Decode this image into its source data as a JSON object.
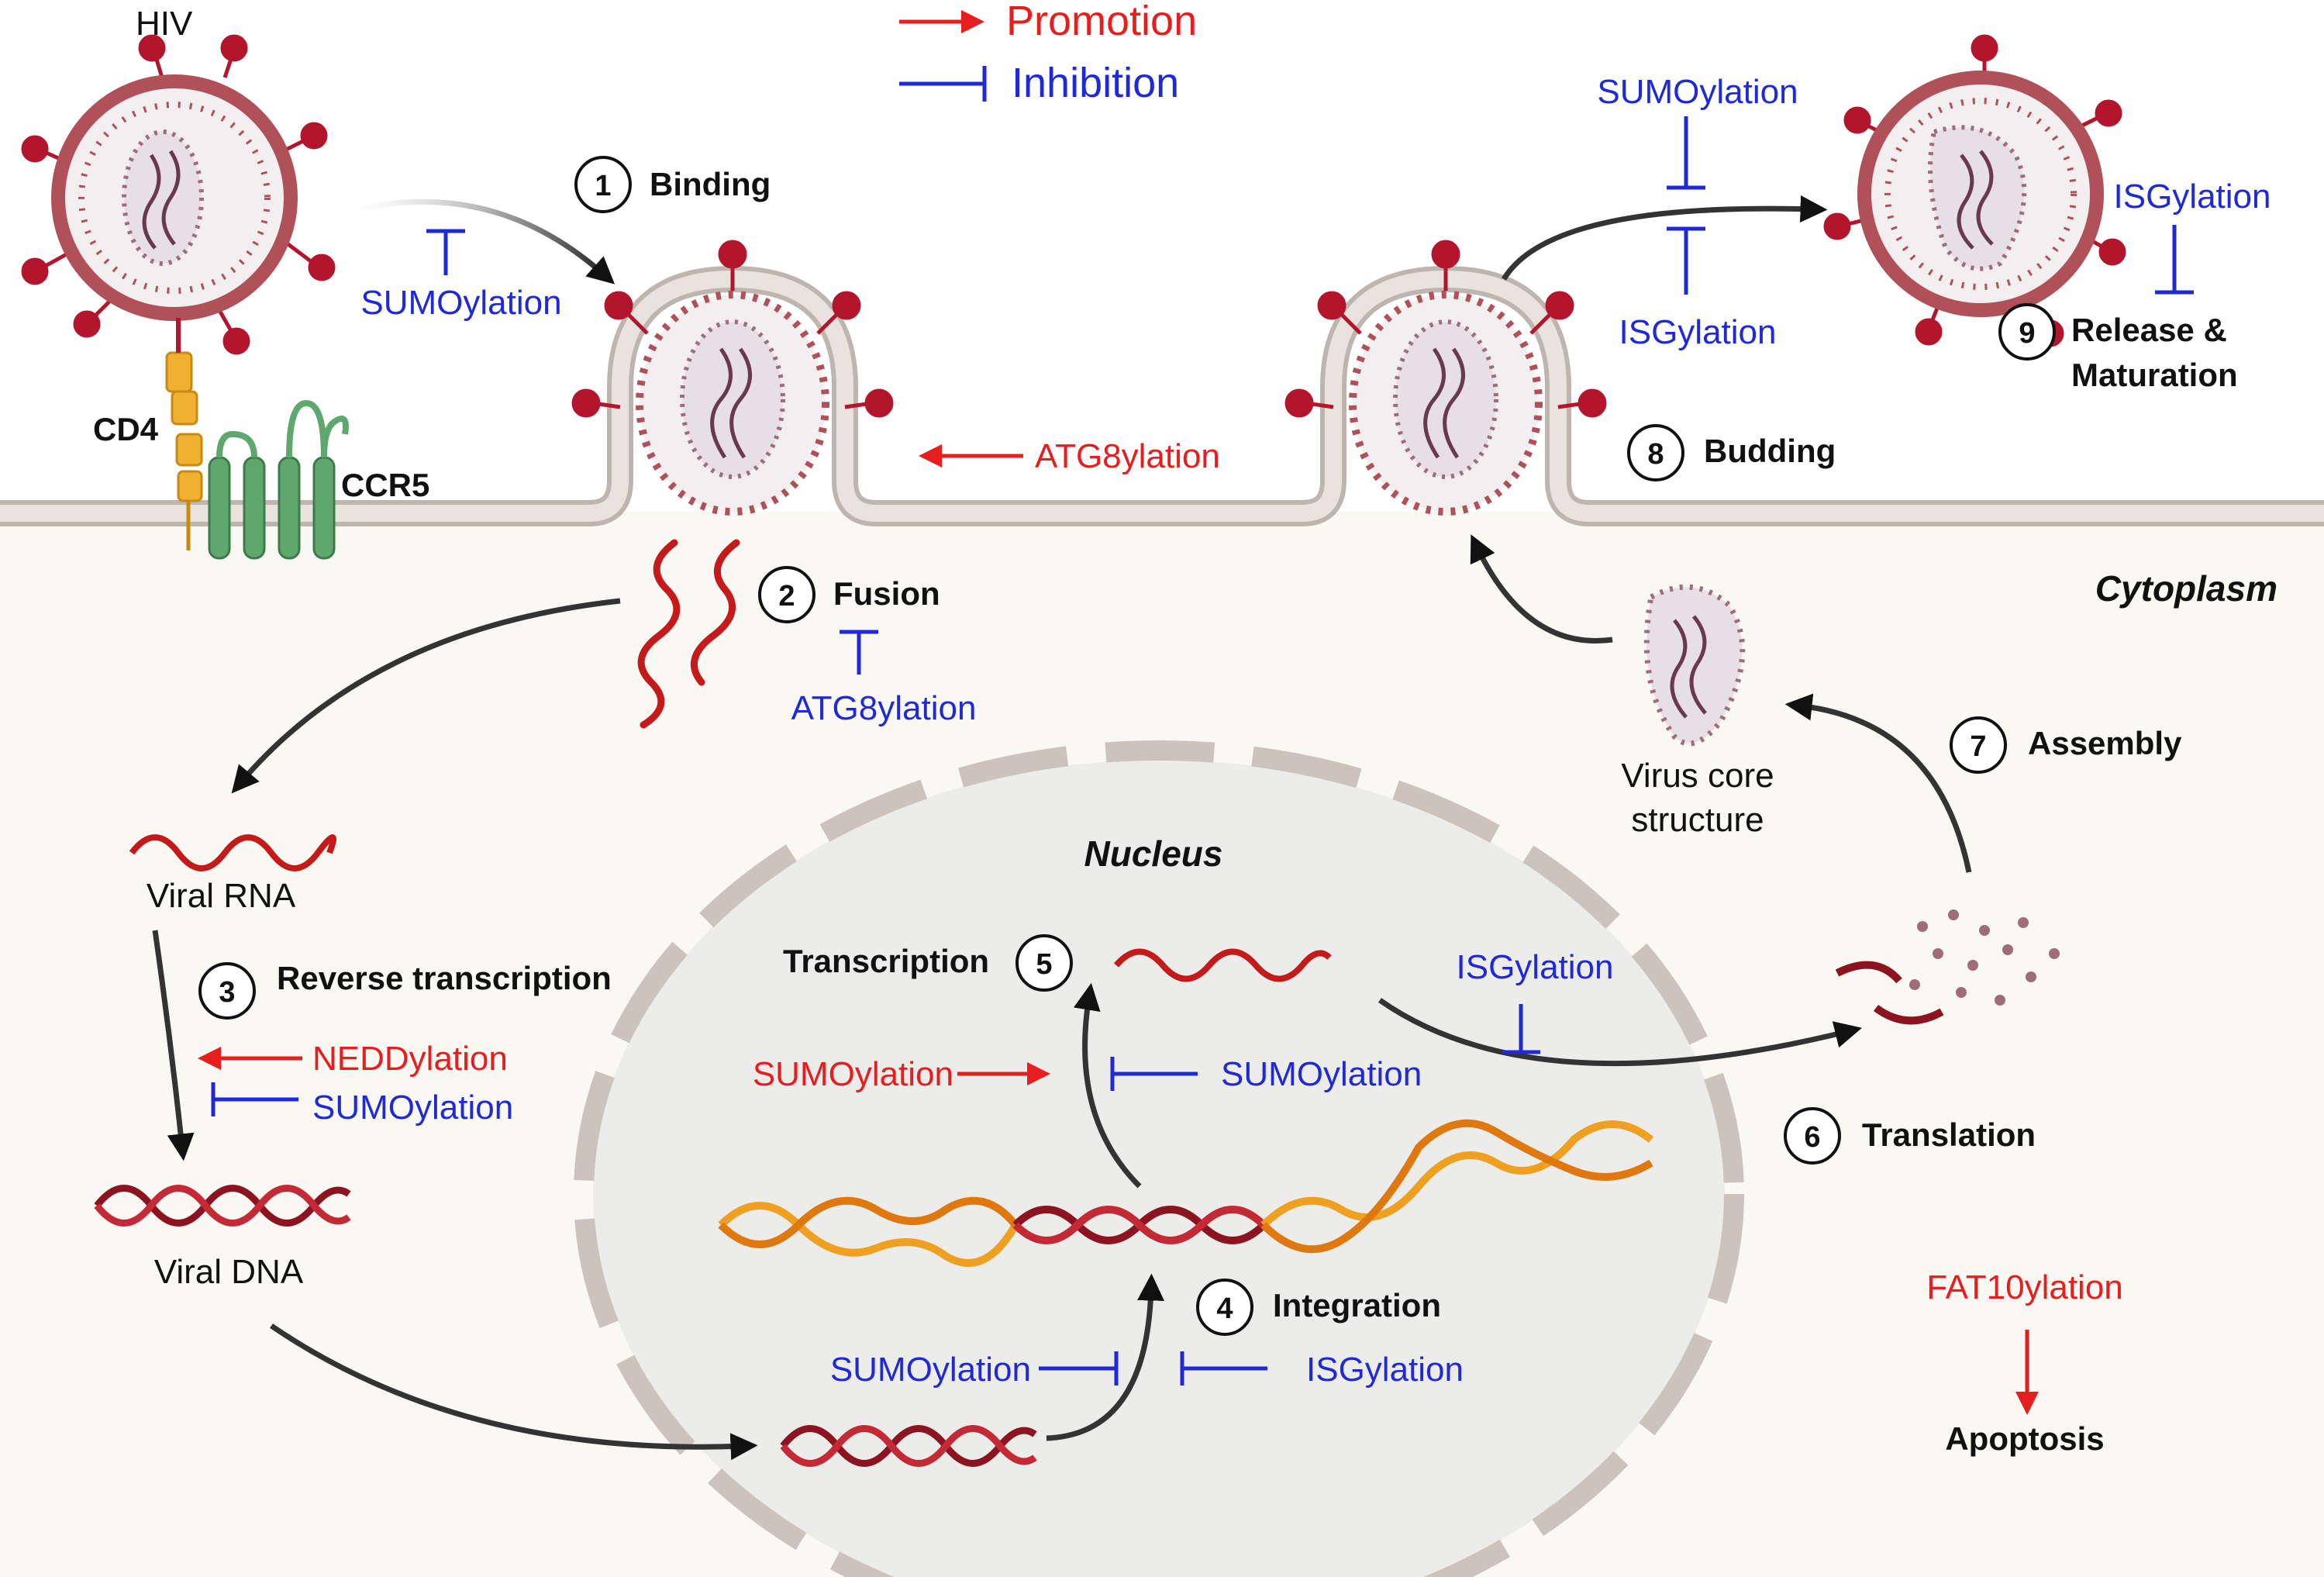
{
  "legend": {
    "promotion": "Promotion",
    "inhibition": "Inhibition"
  },
  "labels": {
    "hiv": "HIV",
    "cd4": "CD4",
    "ccr5": "CCR5",
    "cytoplasm": "Cytoplasm",
    "nucleus": "Nucleus",
    "viral_rna": "Viral RNA",
    "viral_dna": "Viral DNA",
    "virus_core_1": "Virus core",
    "virus_core_2": "structure",
    "apoptosis": "Apoptosis"
  },
  "steps": [
    {
      "num": "1",
      "label": "Binding"
    },
    {
      "num": "2",
      "label": "Fusion"
    },
    {
      "num": "3",
      "label": "Reverse transcription"
    },
    {
      "num": "4",
      "label": "Integration"
    },
    {
      "num": "5",
      "label": "Transcription"
    },
    {
      "num": "6",
      "label": "Translation"
    },
    {
      "num": "7",
      "label": "Assembly"
    },
    {
      "num": "8",
      "label": "Budding"
    },
    {
      "num": "9",
      "label_1": "Release &",
      "label_2": "Maturation"
    }
  ],
  "modifiers": {
    "binding_sumo": "SUMOylation",
    "atg8_promo": "ATG8ylation",
    "fusion_atg8": "ATG8ylation",
    "rt_nedd": "NEDDylation",
    "rt_sumo": "SUMOylation",
    "trans_sumo_promo": "SUMOylation",
    "trans_sumo_inh": "SUMOylation",
    "int_sumo": "SUMOylation",
    "int_isg": "ISGylation",
    "translation_isg": "ISGylation",
    "budding_sumo": "SUMOylation",
    "budding_isg": "ISGylation",
    "release_isg": "ISGylation",
    "fat10": "FAT10ylation"
  },
  "colors": {
    "promotion": "#e61e1e",
    "inhibition": "#1f2ad6",
    "membrane": "#d8d2cc",
    "cytoplasm": "#faf8f3",
    "nucleus": "#ececeb",
    "virus": "#b0515a",
    "spike": "#b3152d",
    "rna": "#c41a1a",
    "dna_dark": "#8c1420",
    "dna_orange": "#f0a020"
  }
}
